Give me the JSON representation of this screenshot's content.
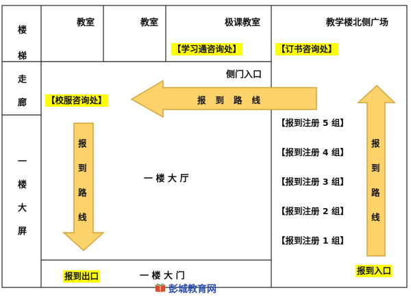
{
  "left_column": {
    "stairs": "楼梯",
    "corridor": "走廊",
    "screen": "一楼大屏"
  },
  "top_row": {
    "classroom1": "教室",
    "classroom2": "教室",
    "special_classroom": "极课教室",
    "xuexitong_desk": "【学习通咨询处】",
    "plaza": "教学楼北侧广场",
    "book_desk": "【订书咨询处】"
  },
  "hall": {
    "side_entrance": "侧门入口",
    "uniform_desk": "【校服咨询处】",
    "main_hall": "一 楼 大 厅",
    "exit": "报到出口",
    "main_gate": "一 楼 大 门"
  },
  "registration": {
    "groups": [
      "【报到注册 5 组】",
      "【报到注册 4 组】",
      "【报到注册 3 组】",
      "【报到注册 2 组】",
      "【报到注册 1 组】"
    ],
    "entrance": "报到入口"
  },
  "arrows": {
    "horizontal_label": "报到路线",
    "left_vertical_label": "报到路线",
    "right_vertical_label": "报到路线"
  },
  "watermark": "彭城教育网",
  "colors": {
    "arrow_fill": "#fcd36a",
    "arrow_stroke": "#d4a437",
    "highlight": "#ffff00",
    "border": "#222222"
  }
}
